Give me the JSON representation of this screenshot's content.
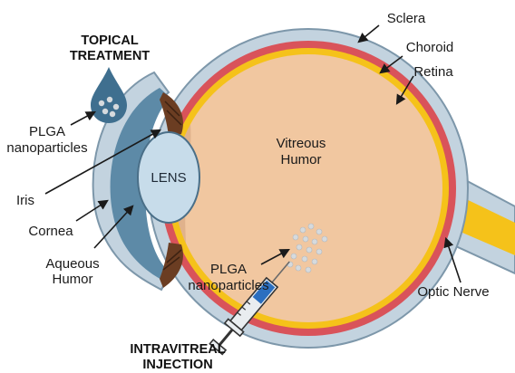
{
  "diagram": {
    "labels": {
      "topical_line1": "TOPICAL",
      "topical_line2": "TREATMENT",
      "plga_left_line1": "PLGA",
      "plga_left_line2": "nanoparticles",
      "iris": "Iris",
      "cornea": "Cornea",
      "aqueous_line1": "Aqueous",
      "aqueous_line2": "Humor",
      "lens": "LENS",
      "vitreous_line1": "Vitreous",
      "vitreous_line2": "Humor",
      "plga_center_line1": "PLGA",
      "plga_center_line2": "nanoparticles",
      "sclera": "Sclera",
      "choroid": "Choroid",
      "retina": "Retina",
      "optic_nerve": "Optic Nerve",
      "intravitreal_line1": "INTRAVITREAL",
      "intravitreal_line2": "INJECTION"
    },
    "colors": {
      "sclera": "#c3d3df",
      "sclera_edge": "#7d97aa",
      "choroid": "#d9535a",
      "retina": "#f5c21a",
      "vitreous": "#f1c7a0",
      "cornea": "#5d8aa7",
      "lens": "#c7dcea",
      "iris": "#6b3d22",
      "drop": "#3f6f8f",
      "particle": "#d6dadd",
      "arrow": "#1a1a1a",
      "syringe_barrel": "#2b6fc0"
    }
  }
}
